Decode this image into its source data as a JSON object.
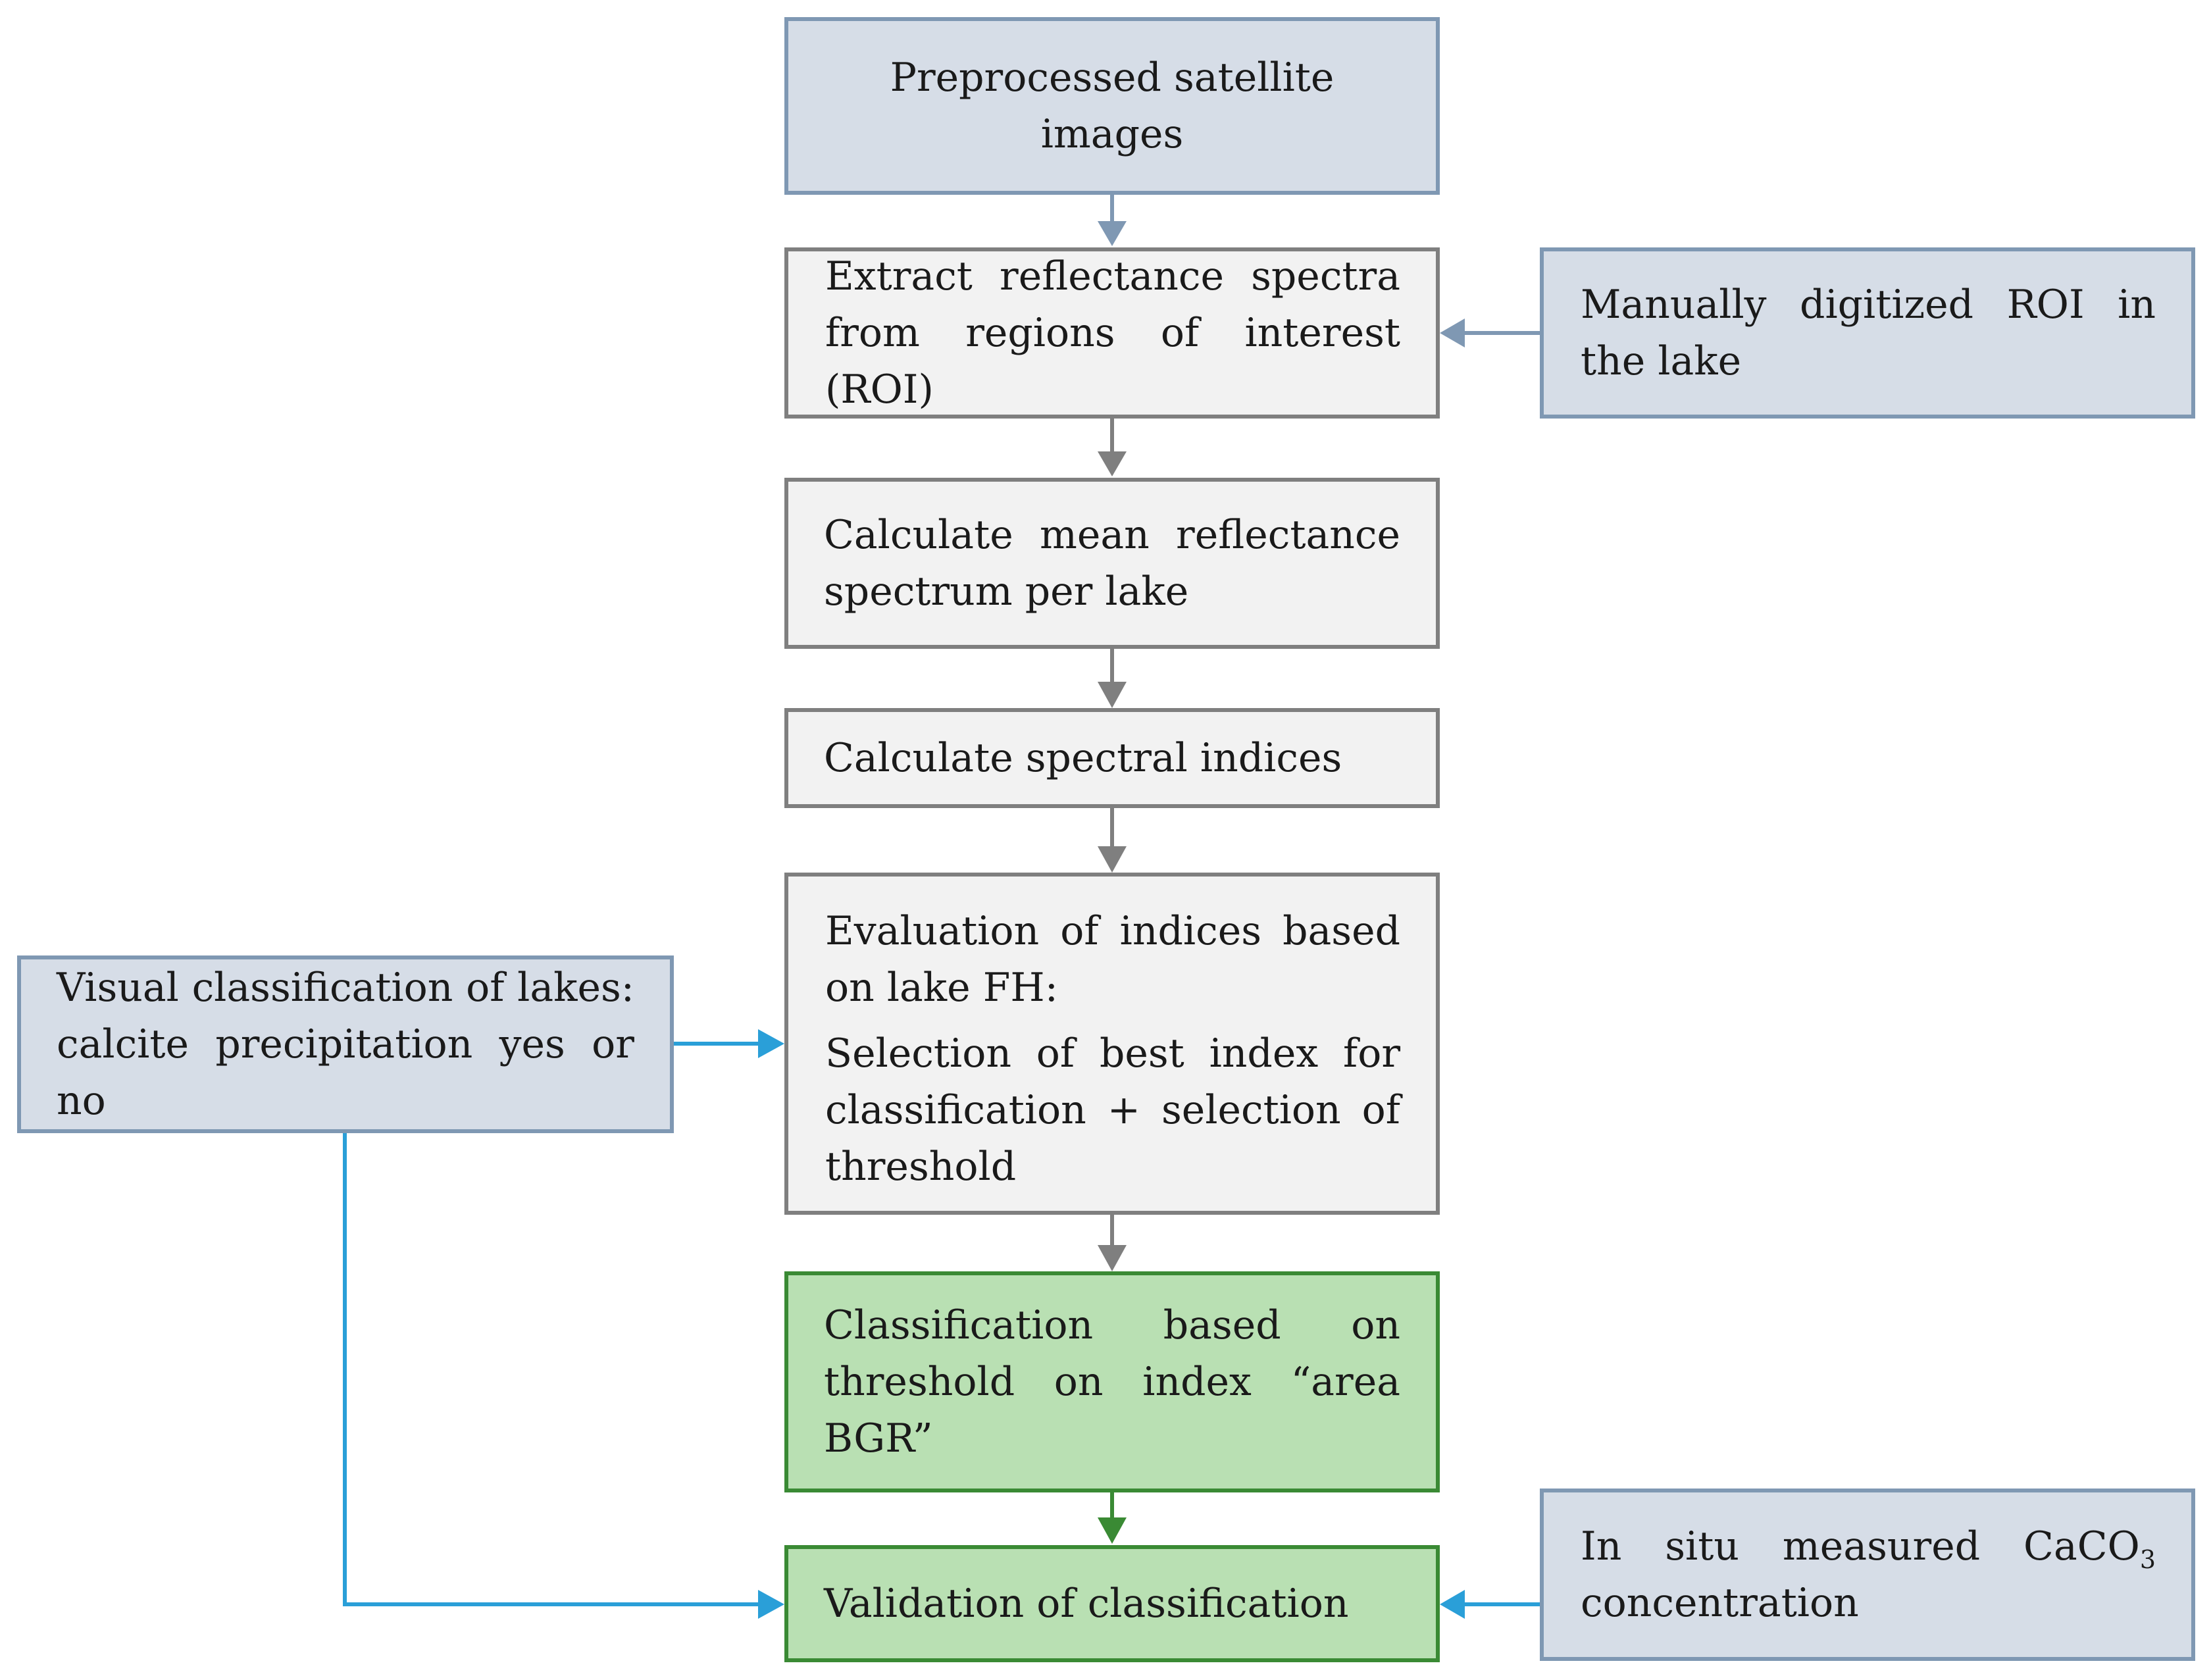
{
  "nodes": {
    "preprocessed": "Preprocessed satellite images",
    "extract": "Extract reflectance spectra from regions of interest (ROI)",
    "manual_roi": "Manually digitized ROI in the lake",
    "mean_spectrum": "Calculate mean reflectance spectrum per lake",
    "spectral_indices": "Calculate spectral indices",
    "evaluation_line1": "Evaluation of indices based on lake FH:",
    "evaluation_line2": "Selection of best index for classification + selection of threshold",
    "visual_classification": "Visual classification of lakes: calcite precipitation yes or no",
    "classification": "Classification based on threshold on index “area BGR”",
    "validation": "Validation of classification",
    "in_situ_prefix": "In situ measured CaCO",
    "in_situ_sub": "3",
    "in_situ_suffix": " concentration"
  },
  "colors": {
    "input_fill": "#d6dde7",
    "input_border": "#7f98b3",
    "process_fill": "#f2f2f2",
    "process_border": "#7f7f7f",
    "result_fill": "#b9e0b3",
    "result_border": "#3a8a34",
    "side_arrow": "#2a9fd8"
  }
}
